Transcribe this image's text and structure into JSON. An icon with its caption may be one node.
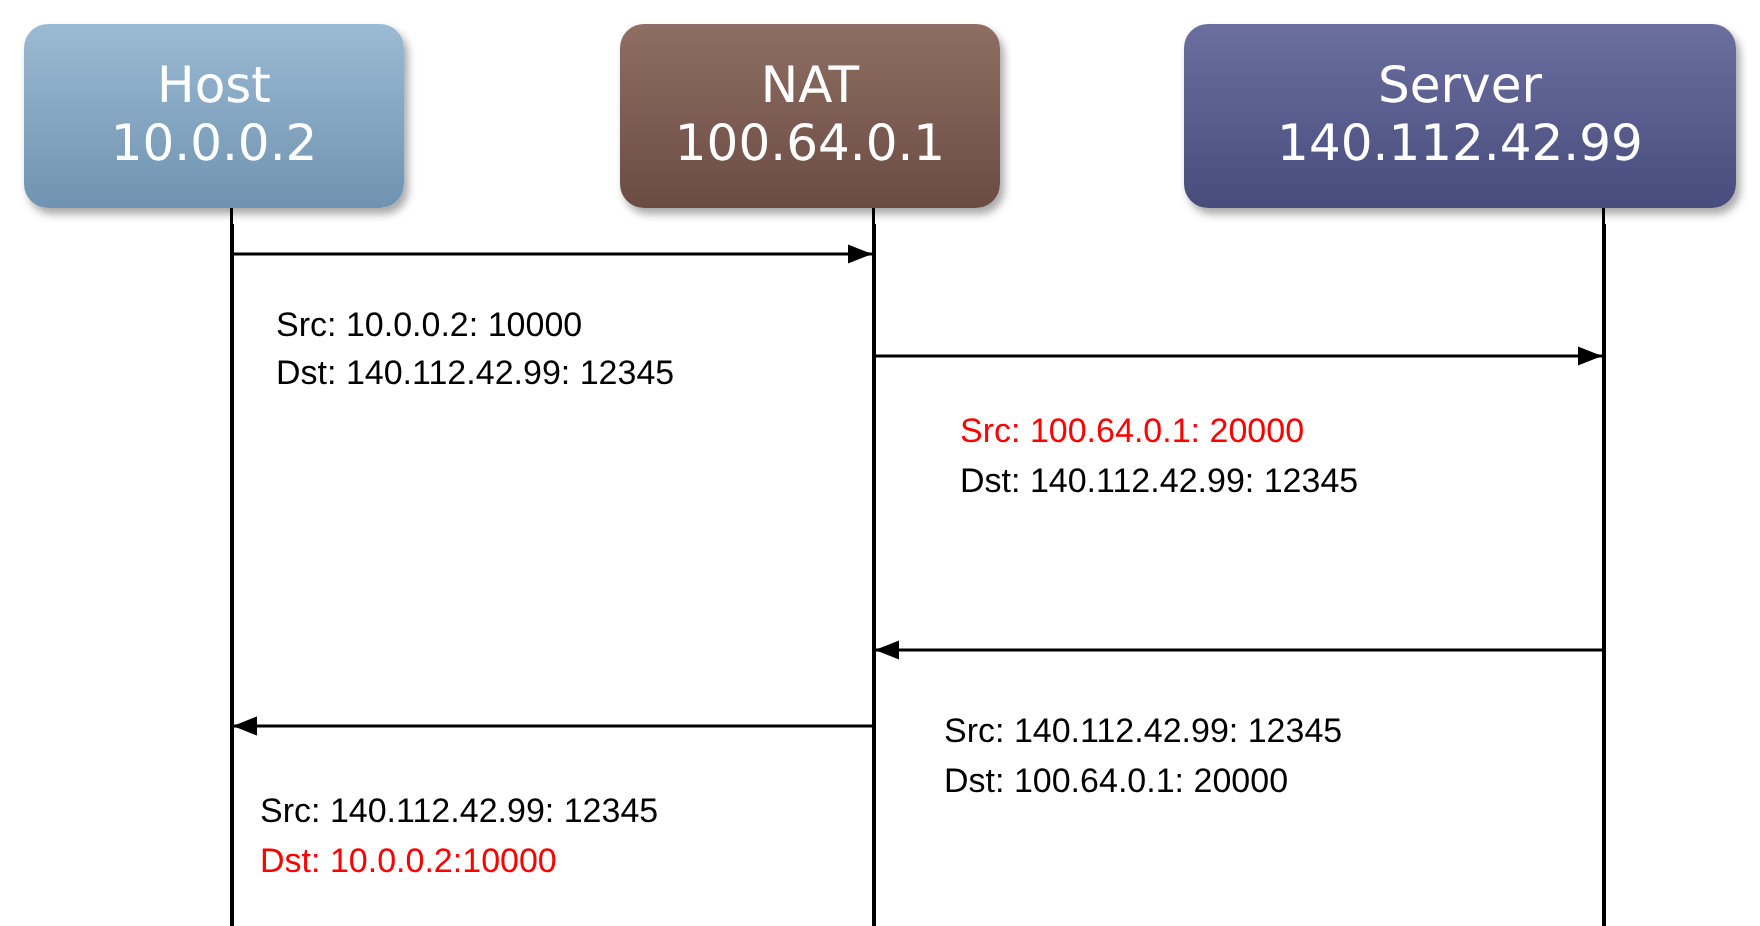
{
  "diagram": {
    "nodes": [
      {
        "text": [
          "Host",
          "10.0.0.2"
        ]
      },
      {
        "text": [
          "NAT",
          "100.64.0.1"
        ]
      },
      {
        "text": [
          "Server",
          "140.112.42.99"
        ]
      },
      {
        "text": [],
        "shape": "bar"
      },
      {
        "text": [],
        "shape": "bar"
      },
      {
        "text": [],
        "shape": "bar"
      }
    ],
    "edges": [
      {
        "from": 0,
        "to": 3,
        "arrow": "none"
      },
      {
        "from": 1,
        "to": 4,
        "arrow": "none"
      },
      {
        "from": 2,
        "to": 5,
        "arrow": "none"
      },
      {
        "from": 3,
        "to": 4,
        "arrow": "to"
      },
      {
        "from": 4,
        "to": 5,
        "arrow": "to"
      },
      {
        "from": 5,
        "to": 4,
        "arrow": "to"
      },
      {
        "from": 4,
        "to": 3,
        "arrow": "to"
      }
    ],
    "labels": [
      "Src: 10.0.0.2: 10000",
      "Dst: 140.112.42.99: 12345",
      "Src: 100.64.0.1: 20000",
      "Dst: 140.112.42.99: 12345",
      "Src: 140.112.42.99: 12345",
      "Dst: 100.64.0.1: 20000",
      "Src: 140.112.42.99: 12345",
      "Dst: 10.0.0.2:10000"
    ]
  }
}
